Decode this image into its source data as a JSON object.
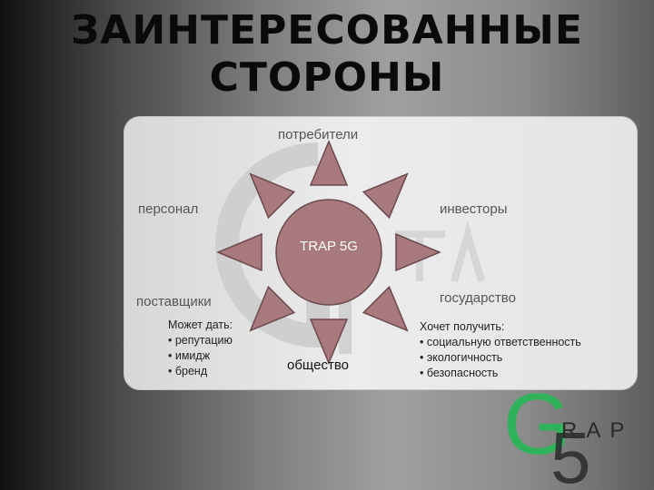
{
  "title": {
    "line1": "ЗАИНТЕРЕСОВАННЫЕ",
    "line2": "СТОРОНЫ"
  },
  "diagram": {
    "center": "TRAP 5G",
    "stakeholders": {
      "consumers": "потребители",
      "investors": "инвесторы",
      "staff": "персонал",
      "government": "государство",
      "suppliers": "поставщики",
      "society": "общество"
    },
    "give": {
      "heading": "Может дать:",
      "items": [
        "репутацию",
        "имидж",
        "бренд"
      ]
    },
    "get": {
      "heading": "Хочет получить:",
      "items": [
        "социальную ответственность",
        "экологичность",
        "безопасность"
      ]
    },
    "colors": {
      "sun": "#a87a7e",
      "sun_stroke": "#6b4a4d",
      "logo_green": "#2fb35a",
      "logo_dark": "#2a2a2a"
    }
  },
  "logo": {
    "letter_g": "G",
    "word": "RAP",
    "digit": "5"
  }
}
